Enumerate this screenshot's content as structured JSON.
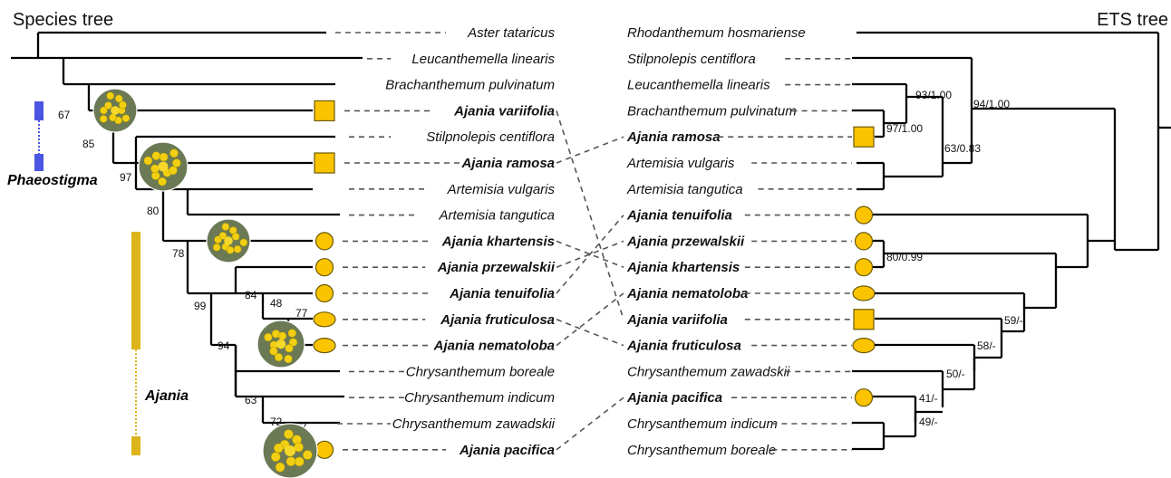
{
  "colors": {
    "phaeostigma": "#4a55e0",
    "ajania": "#ddb419",
    "black": "#111111",
    "marker_fill": "#fcc400",
    "marker_stroke": "#6b5a00"
  },
  "titles": {
    "left": "Species tree",
    "right": "ETS tree"
  },
  "groups": {
    "phaeostigma": "Phaeostigma",
    "ajania": "Ajania"
  },
  "species_tree": {
    "tips": [
      {
        "label": "Aster tataricus",
        "group": "",
        "marker": ""
      },
      {
        "label": "Leucanthemella linearis",
        "group": "",
        "marker": ""
      },
      {
        "label": "Brachanthemum pulvinatum",
        "group": "",
        "marker": ""
      },
      {
        "label": "Ajania variifolia",
        "group": "phaeostigma",
        "marker": "square"
      },
      {
        "label": "Stilpnolepis centiflora",
        "group": "",
        "marker": ""
      },
      {
        "label": "Ajania ramosa",
        "group": "phaeostigma",
        "marker": "square"
      },
      {
        "label": "Artemisia vulgaris",
        "group": "",
        "marker": ""
      },
      {
        "label": "Artemisia tangutica",
        "group": "",
        "marker": ""
      },
      {
        "label": "Ajania khartensis",
        "group": "ajania",
        "marker": "circle"
      },
      {
        "label": "Ajania przewalskii",
        "group": "ajania",
        "marker": "circle"
      },
      {
        "label": "Ajania tenuifolia",
        "group": "ajania",
        "marker": "circle"
      },
      {
        "label": "Ajania fruticulosa",
        "group": "ajania",
        "marker": "ellipse"
      },
      {
        "label": "Ajania nematoloba",
        "group": "ajania",
        "marker": "ellipse"
      },
      {
        "label": "Chrysanthemum boreale",
        "group": "",
        "marker": ""
      },
      {
        "label": "Chrysanthemum indicum",
        "group": "",
        "marker": ""
      },
      {
        "label": "Chrysanthemum zawadskii",
        "group": "",
        "marker": ""
      },
      {
        "label": "Ajania pacifica",
        "group": "ajania",
        "marker": "circle"
      }
    ],
    "support": [
      "67",
      "85",
      "97",
      "80",
      "78",
      "99",
      "94",
      "84",
      "48",
      "77",
      "63",
      "72",
      "62"
    ]
  },
  "ets_tree": {
    "tips": [
      {
        "label": "Rhodanthemum hosmariense",
        "group": "",
        "marker": ""
      },
      {
        "label": "Stilpnolepis centiflora",
        "group": "",
        "marker": ""
      },
      {
        "label": "Leucanthemella linearis",
        "group": "",
        "marker": ""
      },
      {
        "label": "Brachanthemum pulvinatum",
        "group": "",
        "marker": ""
      },
      {
        "label": "Ajania ramosa",
        "group": "phaeostigma",
        "marker": "square"
      },
      {
        "label": "Artemisia vulgaris",
        "group": "",
        "marker": ""
      },
      {
        "label": "Artemisia tangutica",
        "group": "",
        "marker": ""
      },
      {
        "label": "Ajania tenuifolia",
        "group": "ajania",
        "marker": "circle"
      },
      {
        "label": "Ajania przewalskii",
        "group": "ajania",
        "marker": "circle"
      },
      {
        "label": "Ajania khartensis",
        "group": "ajania",
        "marker": "circle"
      },
      {
        "label": "Ajania nematoloba",
        "group": "ajania",
        "marker": "ellipse"
      },
      {
        "label": "Ajania variifolia",
        "group": "phaeostigma",
        "marker": "square"
      },
      {
        "label": "Ajania fruticulosa",
        "group": "ajania",
        "marker": "ellipse"
      },
      {
        "label": "Chrysanthemum zawadskii",
        "group": "",
        "marker": ""
      },
      {
        "label": "Ajania pacifica",
        "group": "ajania",
        "marker": "circle"
      },
      {
        "label": "Chrysanthemum indicum",
        "group": "",
        "marker": ""
      },
      {
        "label": "Chrysanthemum boreale",
        "group": "",
        "marker": ""
      }
    ],
    "support": [
      "93/1.00",
      "94/1.00",
      "97/1.00",
      "63/0.83",
      "80/0.99",
      "59/-",
      "58/-",
      "50/-",
      "41/-",
      "49/-"
    ]
  },
  "crossings": [
    {
      "from": "Ajania variifolia",
      "to": "Ajania variifolia"
    },
    {
      "from": "Ajania ramosa",
      "to": "Ajania ramosa"
    },
    {
      "from": "Ajania khartensis",
      "to": "Ajania khartensis"
    },
    {
      "from": "Ajania przewalskii",
      "to": "Ajania przewalskii"
    },
    {
      "from": "Ajania tenuifolia",
      "to": "Ajania tenuifolia"
    },
    {
      "from": "Ajania fruticulosa",
      "to": "Ajania fruticulosa"
    },
    {
      "from": "Ajania nematoloba",
      "to": "Ajania nematoloba"
    },
    {
      "from": "Ajania pacifica",
      "to": "Ajania pacifica"
    }
  ],
  "photo_icons": [
    "flower-photo-icon",
    "flower-photo-icon",
    "flower-photo-icon",
    "flower-photo-icon",
    "flower-photo-icon"
  ]
}
